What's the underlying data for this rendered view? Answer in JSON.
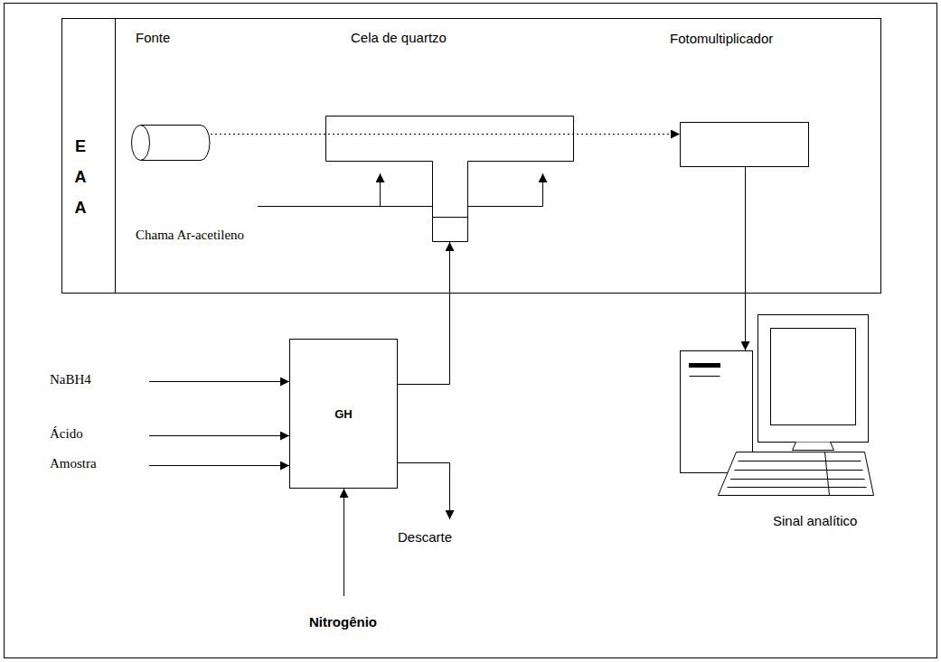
{
  "diagram": {
    "nodes": [
      {
        "text": [
          "E A A"
        ]
      },
      {
        "text": [
          "Fonte"
        ],
        "in": 0
      },
      {
        "text": [
          "Cela de quartzo"
        ],
        "in": 0
      },
      {
        "text": [
          "Fotomultiplicador"
        ],
        "in": 0
      },
      {
        "text": [
          "GH"
        ]
      },
      {
        "text": [
          "Sinal analítico"
        ]
      }
    ],
    "edges": [
      {
        "from": 1,
        "to": 3,
        "arrow": "to"
      },
      {
        "from": 4,
        "to": 2,
        "arrow": "to"
      },
      {
        "from": 3,
        "to": 5,
        "arrow": "to"
      }
    ],
    "labels": [
      "Chama Ar-acetileno",
      "NaBH4",
      "Ácido",
      "Amostra",
      "Descarte",
      "Nitrogênio"
    ]
  }
}
